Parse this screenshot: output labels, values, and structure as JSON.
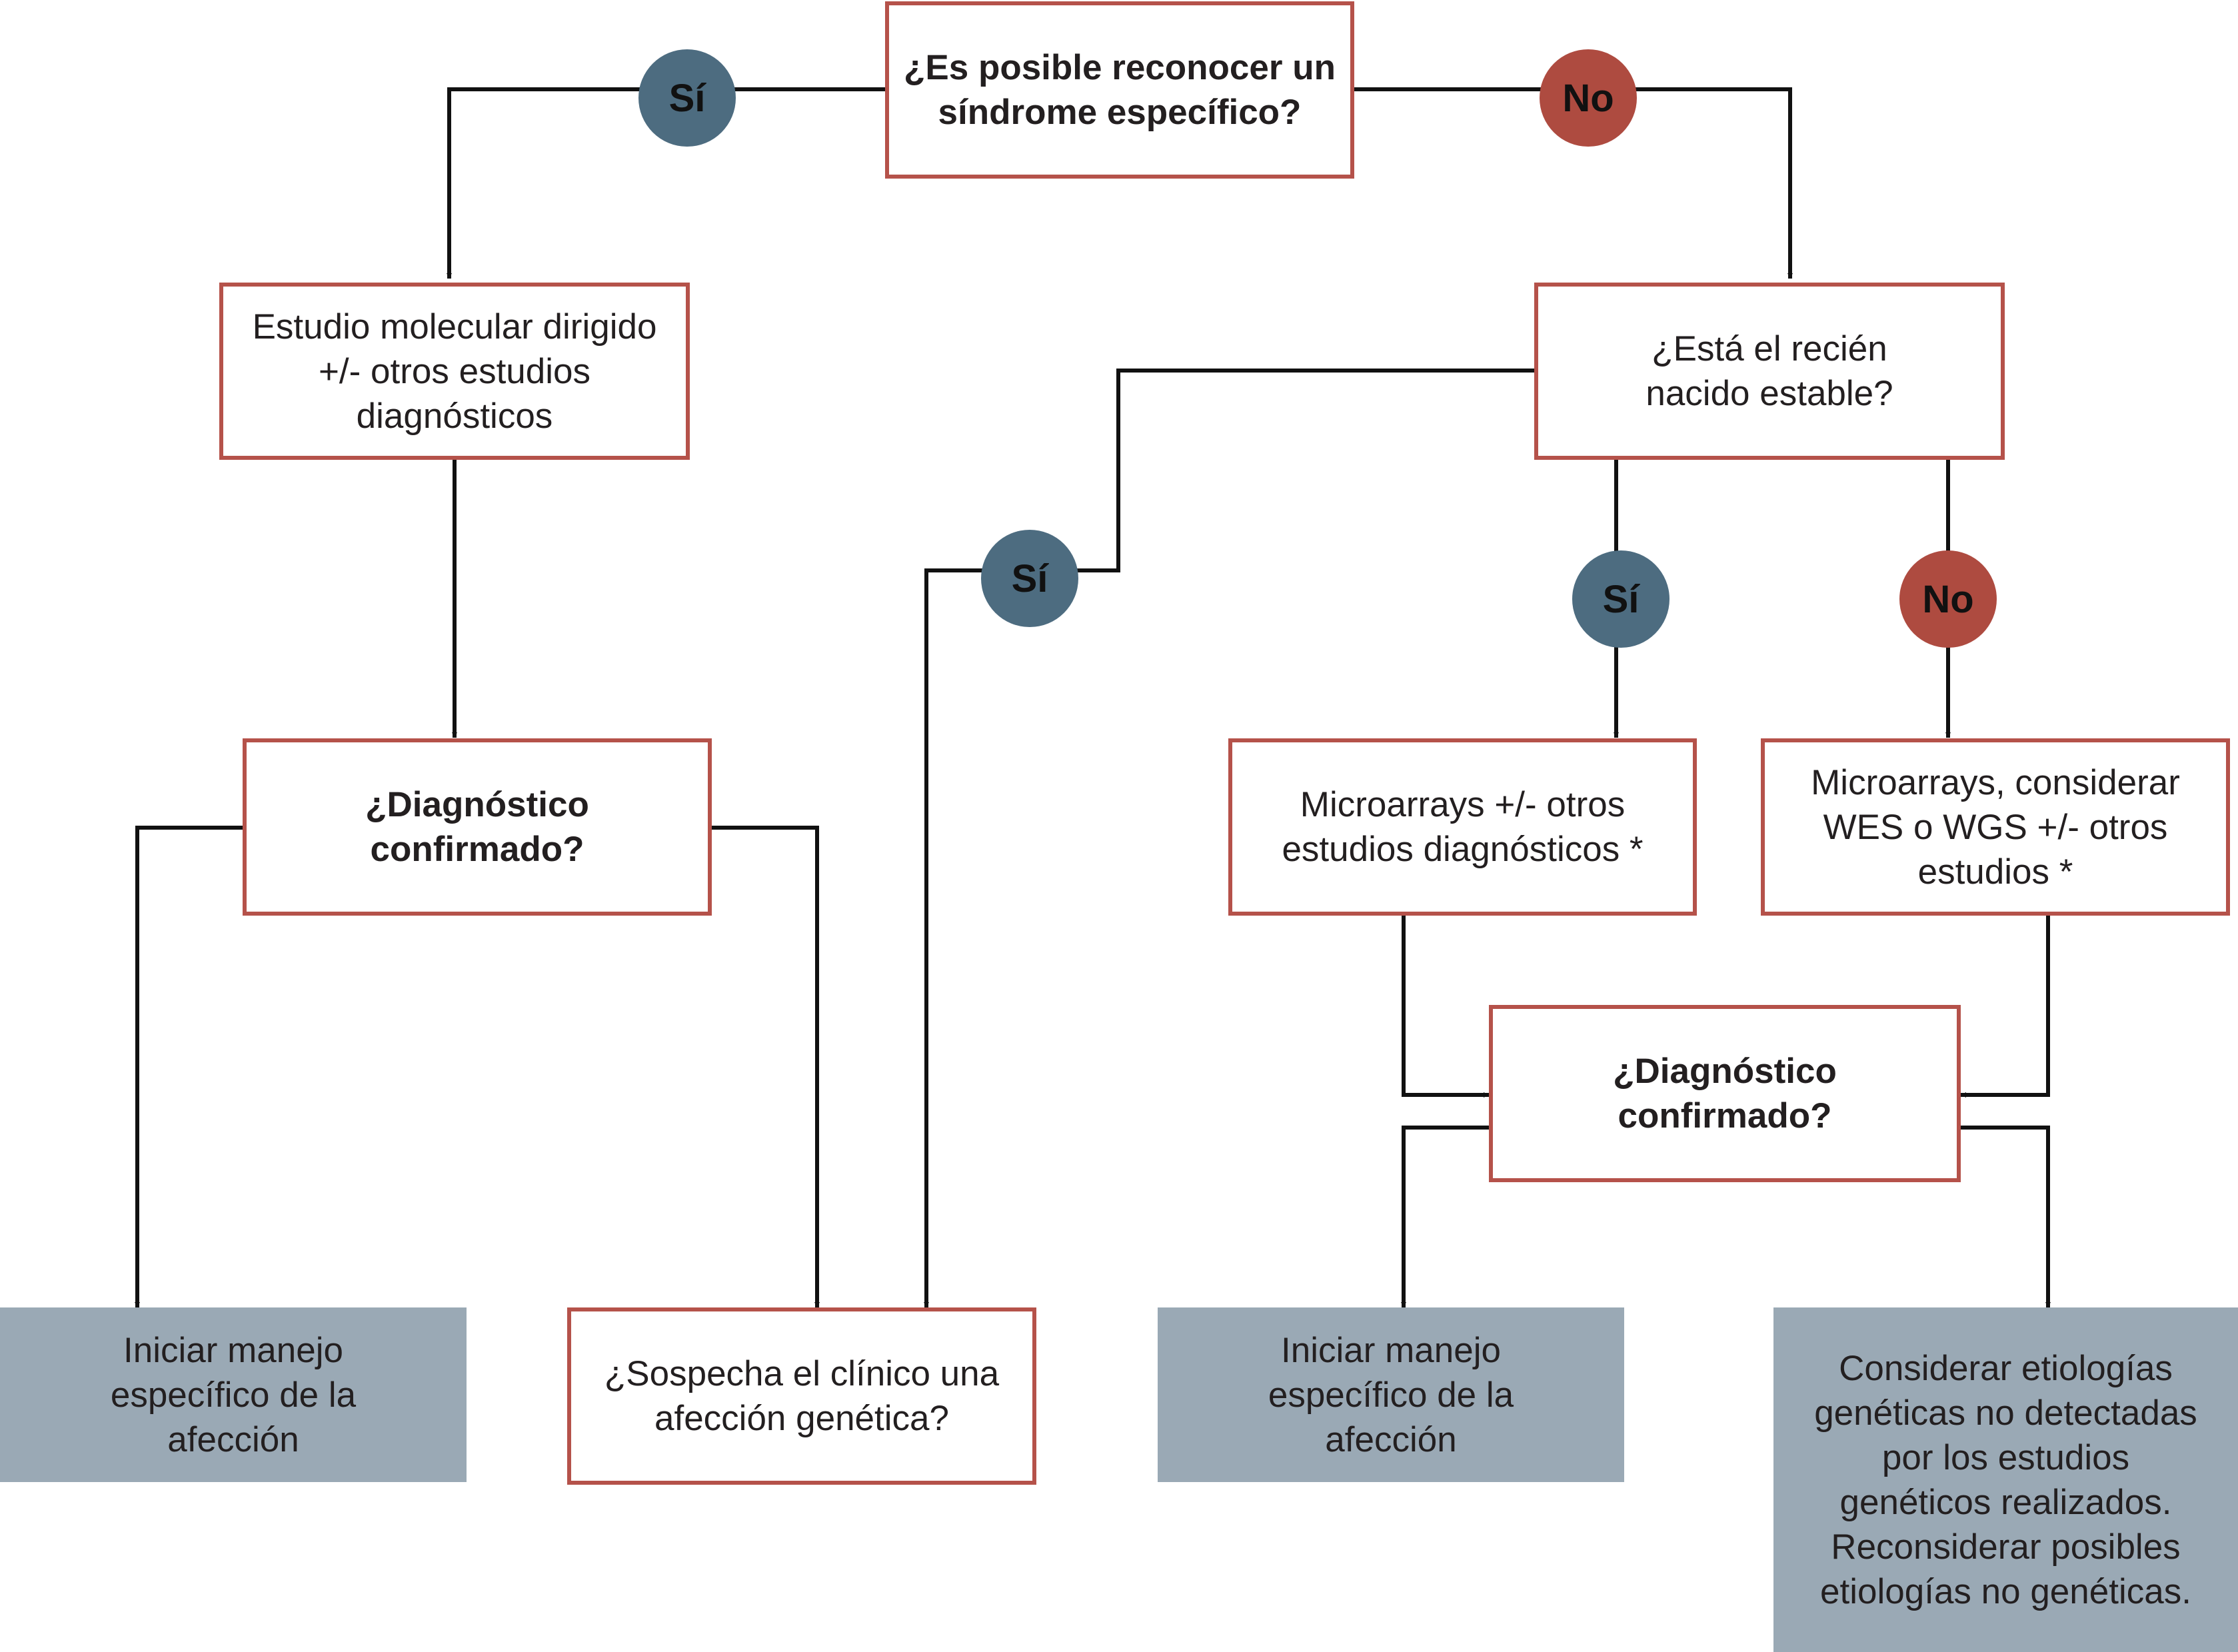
{
  "colors": {
    "box_border": "#b5524a",
    "terminal_fill": "#9aa9b5",
    "yes_badge": "#4d6c80",
    "no_badge": "#ae4b40",
    "line": "#111111"
  },
  "nodes": {
    "q_syndrome": "¿Es posible reconocer un\nsíndrome específico?",
    "targeted_study": "Estudio molecular dirigido\n+/- otros estudios\ndiagnósticos",
    "q_stable": "¿Está el recién\nnacido estable?",
    "q_dx_left": "¿Diagnóstico\nconfirmado?",
    "microarrays": "Microarrays +/- otros\nestudios diagnósticos *",
    "microarrays_wes": "Microarrays, considerar\nWES o WGS +/- otros\nestudios *",
    "q_dx_right": "¿Diagnóstico\nconfirmado?",
    "manage_left": "Iniciar manejo\nespecífico de la\nafección",
    "q_suspect": "¿Sospecha el clínico una\nafección genética?",
    "manage_right": "Iniciar manejo\nespecífico de la\nafección",
    "consider": "Considerar etiologías\ngenéticas no detectadas\npor los estudios\ngenéticos realizados.\nReconsiderar posibles\netiologías no genéticas."
  },
  "badges": {
    "yes_top": "Sí",
    "no_top": "No",
    "yes_middle": "Sí",
    "yes_stable": "Sí",
    "no_stable": "No"
  }
}
